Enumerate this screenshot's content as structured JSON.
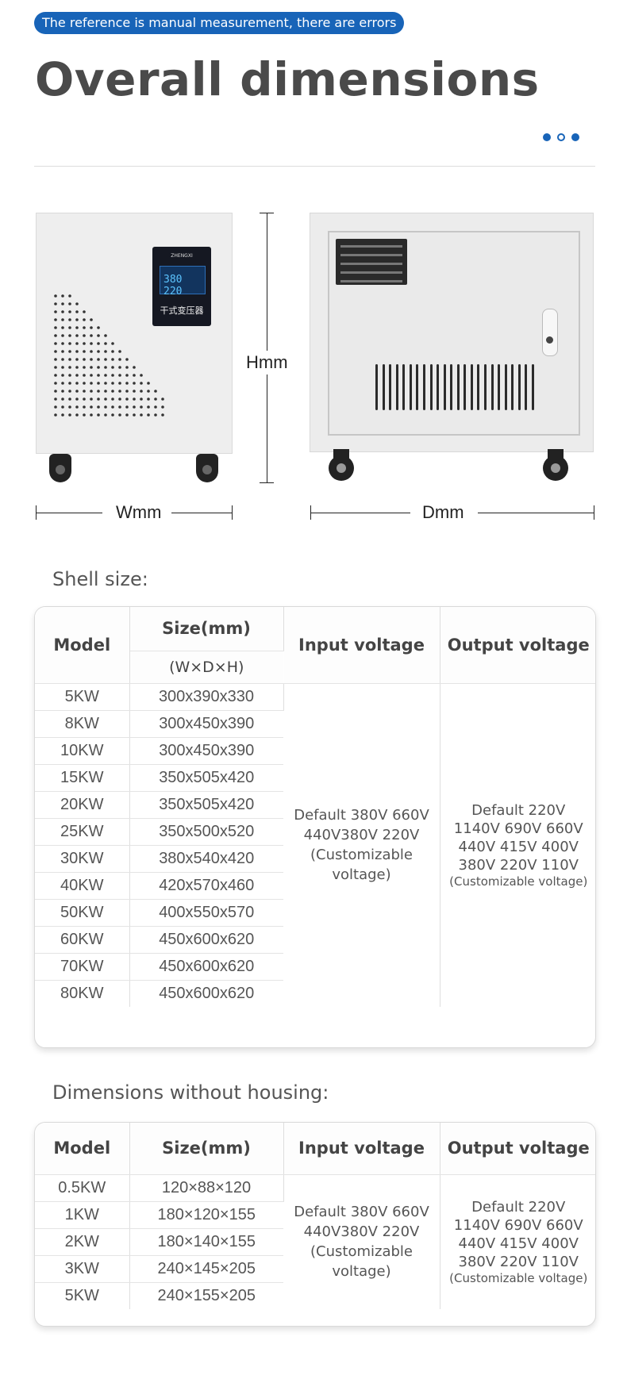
{
  "badge": "The reference is manual measurement, there are errors",
  "title": "Overall dimensions",
  "product": {
    "lcd_reading": "380 220",
    "panel_brand": "ZHENGXI",
    "panel_name": "干式变压器",
    "dimension_labels": {
      "height": "Hmm",
      "width": "Wmm",
      "depth": "Dmm"
    }
  },
  "shell": {
    "title": "Shell size:",
    "headers": {
      "model": "Model",
      "size": "Size(mm)",
      "size_sub": "(W×D×H)",
      "input": "Input voltage",
      "output": "Output voltage"
    },
    "rows": [
      {
        "model": "5KW",
        "size": "300x390x330"
      },
      {
        "model": "8KW",
        "size": "300x450x390"
      },
      {
        "model": "10KW",
        "size": "300x450x390"
      },
      {
        "model": "15KW",
        "size": "350x505x420"
      },
      {
        "model": "20KW",
        "size": "350x505x420"
      },
      {
        "model": "25KW",
        "size": "350x500x520"
      },
      {
        "model": "30KW",
        "size": "380x540x420"
      },
      {
        "model": "40KW",
        "size": "420x570x460"
      },
      {
        "model": "50KW",
        "size": "400x550x570"
      },
      {
        "model": "60KW",
        "size": "450x600x620"
      },
      {
        "model": "70KW",
        "size": "450x600x620"
      },
      {
        "model": "80KW",
        "size": "450x600x620"
      }
    ],
    "input_lines": [
      "Default 380V 660V",
      "440V380V 220V",
      "(Customizable",
      "voltage)"
    ],
    "output_lines": [
      "Default 220V",
      "1140V 690V 660V",
      "440V 415V 400V",
      "380V 220V 110V"
    ],
    "output_note": "(Customizable voltage)"
  },
  "bare": {
    "title": "Dimensions without housing:",
    "headers": {
      "model": "Model",
      "size": "Size(mm)",
      "input": "Input voltage",
      "output": "Output voltage"
    },
    "rows": [
      {
        "model": "0.5KW",
        "size": "120×88×120"
      },
      {
        "model": "1KW",
        "size": "180×120×155"
      },
      {
        "model": "2KW",
        "size": "180×140×155"
      },
      {
        "model": "3KW",
        "size": "240×145×205"
      },
      {
        "model": "5KW",
        "size": "240×155×205"
      }
    ],
    "input_lines": [
      "Default 380V 660V",
      "440V380V 220V",
      "(Customizable",
      "voltage)"
    ],
    "output_lines": [
      "Default 220V",
      "1140V 690V 660V",
      "440V 415V 400V",
      "380V 220V 110V"
    ],
    "output_note": "(Customizable voltage)"
  }
}
